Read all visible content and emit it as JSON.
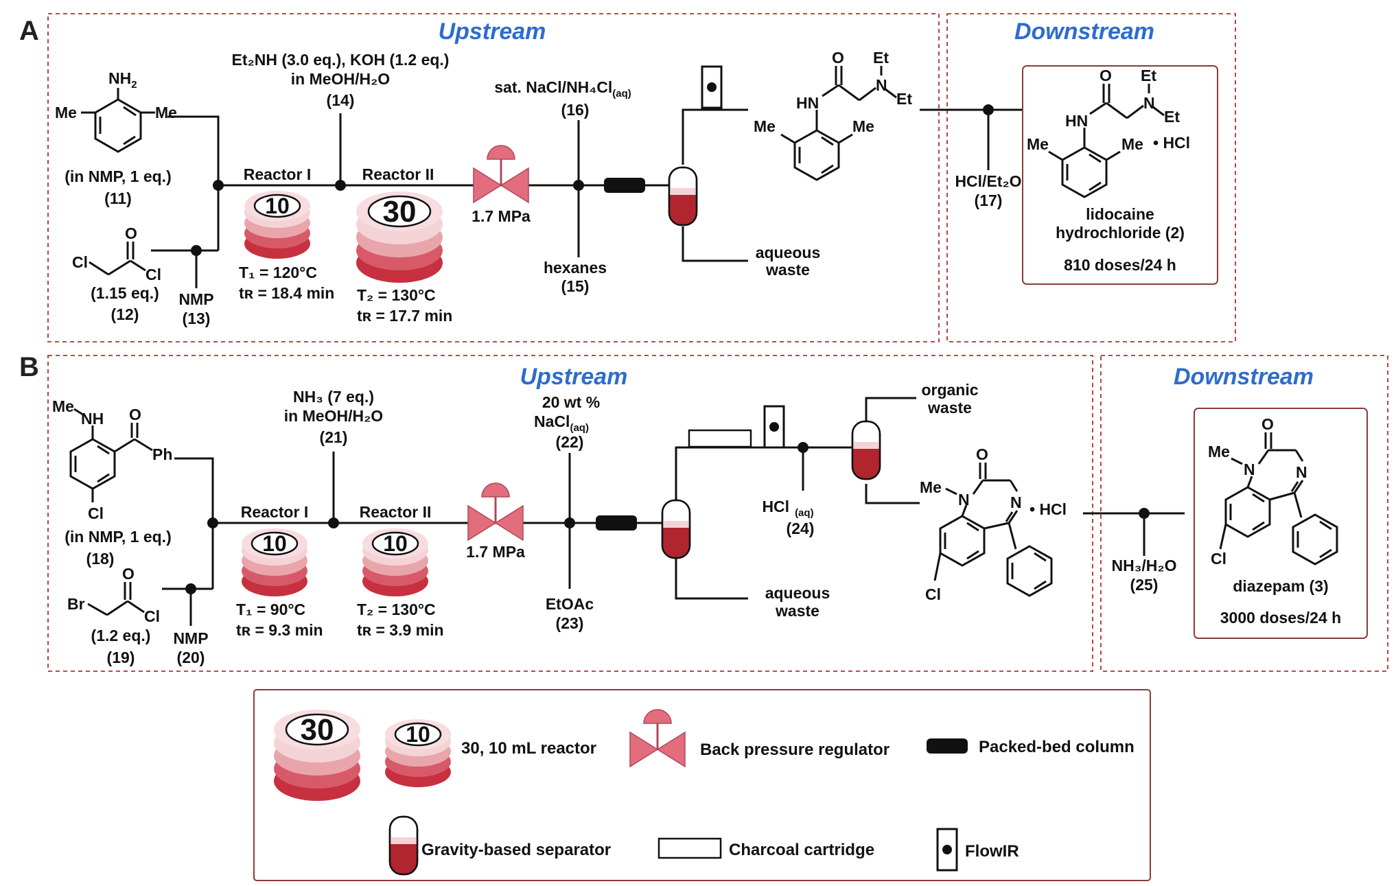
{
  "panels": {
    "A": {
      "letter": "A",
      "upstream": "Upstream",
      "downstream": "Downstream",
      "reagent11": {
        "sub_nh2": "NH",
        "sub2": "2",
        "me_left": "Me",
        "me_right": "Me",
        "cond": "(in NMP, 1 eq.)",
        "num": "(11)"
      },
      "reagent12": {
        "cl1": "Cl",
        "o": "O",
        "cl2": "Cl",
        "eq": "(1.15 eq.)",
        "num": "(12)"
      },
      "nmp13": {
        "label": "NMP",
        "num": "(13)"
      },
      "reagent14": {
        "line1": "Et₂NH (3.0 eq.), KOH (1.2 eq.)",
        "line2": "in MeOH/H₂O",
        "num": "(14)"
      },
      "reactor1": {
        "title": "Reactor I",
        "vol": "10",
        "temp": "T₁ = 120°C",
        "time": "tʀ = 18.4 min"
      },
      "reactor2": {
        "title": "Reactor II",
        "vol": "30",
        "temp": "T₂ = 130°C",
        "time": "tʀ = 17.7 min"
      },
      "bpr": "1.7 MPa",
      "reagent16": {
        "line1": "sat. NaCl/NH₄Cl",
        "aq": "(aq)",
        "num": "(16)"
      },
      "reagent15": {
        "label": "hexanes",
        "num": "(15)"
      },
      "waste": {
        "line1": "aqueous",
        "line2": "waste"
      },
      "intermediate": {
        "o": "O",
        "hn": "HN",
        "et1": "Et",
        "n": "N",
        "et2": "Et",
        "me1": "Me",
        "me2": "Me"
      },
      "reagent17": {
        "label": "HCl/Et₂O",
        "num": "(17)"
      },
      "product": {
        "o": "O",
        "hn": "HN",
        "et1": "Et",
        "n": "N",
        "et2": "Et",
        "me1": "Me",
        "me2": "Me",
        "salt": "• HCl",
        "name1": "lidocaine",
        "name2": "hydrochloride (2)",
        "doses": "810 doses/24 h"
      }
    },
    "B": {
      "letter": "B",
      "upstream": "Upstream",
      "downstream": "Downstream",
      "reagent18": {
        "me": "Me",
        "nh": "NH",
        "o": "O",
        "ph": "Ph",
        "cl": "Cl",
        "cond": "(in NMP, 1 eq.)",
        "num": "(18)"
      },
      "reagent19": {
        "br": "Br",
        "o": "O",
        "cl": "Cl",
        "eq": "(1.2 eq.)",
        "num": "(19)"
      },
      "nmp20": {
        "label": "NMP",
        "num": "(20)"
      },
      "reagent21": {
        "line1": "NH₃ (7 eq.)",
        "line2": "in MeOH/H₂O",
        "num": "(21)"
      },
      "reactor1": {
        "title": "Reactor I",
        "vol": "10",
        "temp": "T₁ = 90°C",
        "time": "tʀ = 9.3 min"
      },
      "reactor2": {
        "title": "Reactor II",
        "vol": "10",
        "temp": "T₂ = 130°C",
        "time": "tʀ = 3.9 min"
      },
      "bpr": "1.7 MPa",
      "reagent22": {
        "line1": "20 wt %",
        "line2": "NaCl",
        "aq": "(aq)",
        "num": "(22)"
      },
      "reagent23": {
        "label": "EtOAc",
        "num": "(23)"
      },
      "reagent24": {
        "label": "HCl",
        "aq": "(aq)",
        "num": "(24)"
      },
      "organic_waste": {
        "line1": "organic",
        "line2": "waste"
      },
      "aqueous_waste": {
        "line1": "aqueous",
        "line2": "waste"
      },
      "intermediate": {
        "o": "O",
        "me": "Me",
        "n1": "N",
        "n2": "N",
        "cl": "Cl",
        "salt": "• HCl"
      },
      "reagent25": {
        "label": "NH₃/H₂O",
        "num": "(25)"
      },
      "product": {
        "o": "O",
        "me": "Me",
        "n1": "N",
        "n2": "N",
        "cl": "Cl",
        "name": "diazepam (3)",
        "doses": "3000 doses/24 h"
      }
    }
  },
  "legend": {
    "reactor": {
      "big": "30",
      "small": "10",
      "label": "30, 10 mL reactor"
    },
    "bpr": "Back pressure regulator",
    "column": "Packed-bed column",
    "separator": "Gravity-based separator",
    "charcoal": "Charcoal cartridge",
    "flowir": "FlowIR"
  },
  "colors": {
    "reactor_light": "#f4d3d6",
    "reactor_mid": "#e9a5ac",
    "reactor_dark": "#d75a68",
    "reactor_deep": "#c7303f",
    "bpr": "#e26d7d",
    "separator": "#b1252e",
    "section_title": "#2e6ccd",
    "dashed_border": "#b0302c"
  }
}
